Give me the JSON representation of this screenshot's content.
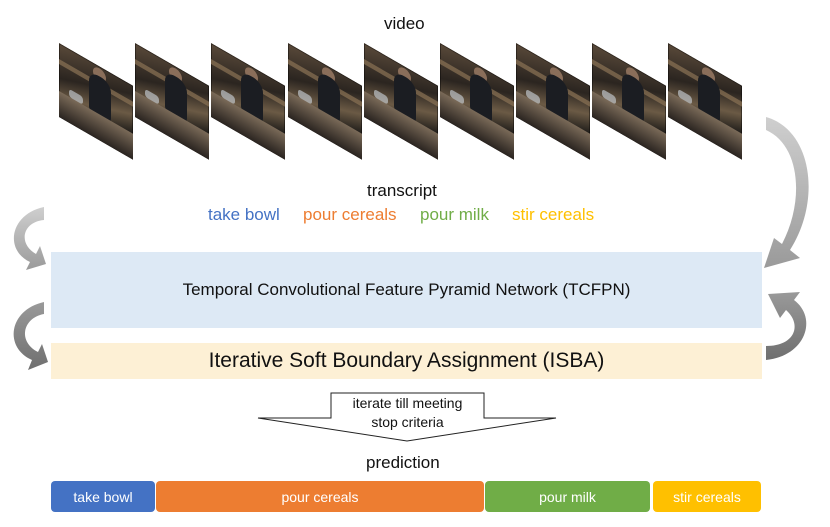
{
  "video_label": "video",
  "transcript": {
    "label": "transcript",
    "actions": [
      {
        "text": "take bowl",
        "color": "#4472c4"
      },
      {
        "text": "pour cereals",
        "color": "#ed7d31"
      },
      {
        "text": "pour milk",
        "color": "#70ad47"
      },
      {
        "text": "stir cereals",
        "color": "#ffc000"
      }
    ]
  },
  "tcfpn": {
    "label": "Temporal Convolutional Feature Pyramid Network (TCFPN)"
  },
  "isba": {
    "label": "Iterative Soft Boundary Assignment (ISBA)"
  },
  "iterate": {
    "line1": "iterate till meeting",
    "line2": "stop criteria"
  },
  "prediction": {
    "label": "prediction",
    "segments": [
      {
        "text": "take bowl",
        "color": "#4472c4"
      },
      {
        "text": "pour cereals",
        "color": "#ed7d31"
      },
      {
        "text": "pour milk",
        "color": "#70ad47"
      },
      {
        "text": "stir cereals",
        "color": "#ffc000"
      }
    ]
  },
  "colors": {
    "tcfpn_fill": "#dde9f5",
    "isba_fill": "#fdf0d5",
    "arrow_gray": "#a6a6a6",
    "arrow_dark": "#7f7f7f"
  }
}
